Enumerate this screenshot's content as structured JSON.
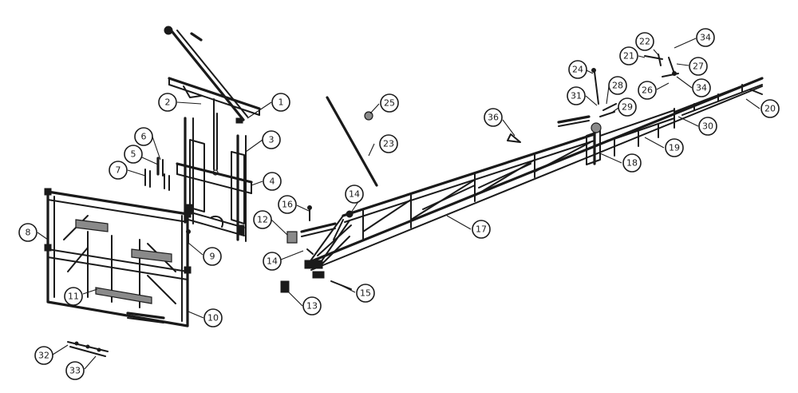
{
  "diagram": {
    "callouts": [
      {
        "id": "c1",
        "label": "1"
      },
      {
        "id": "c2",
        "label": "2"
      },
      {
        "id": "c3",
        "label": "3"
      },
      {
        "id": "c4",
        "label": "4"
      },
      {
        "id": "c5",
        "label": "5"
      },
      {
        "id": "c6",
        "label": "6"
      },
      {
        "id": "c7",
        "label": "7"
      },
      {
        "id": "c8",
        "label": "8"
      },
      {
        "id": "c9",
        "label": "9"
      },
      {
        "id": "c10",
        "label": "10"
      },
      {
        "id": "c11",
        "label": "11"
      },
      {
        "id": "c12",
        "label": "12"
      },
      {
        "id": "c13",
        "label": "13"
      },
      {
        "id": "c14a",
        "label": "14"
      },
      {
        "id": "c14b",
        "label": "14"
      },
      {
        "id": "c15",
        "label": "15"
      },
      {
        "id": "c16",
        "label": "16"
      },
      {
        "id": "c17",
        "label": "17"
      },
      {
        "id": "c18",
        "label": "18"
      },
      {
        "id": "c19",
        "label": "19"
      },
      {
        "id": "c20",
        "label": "20"
      },
      {
        "id": "c21",
        "label": "21"
      },
      {
        "id": "c22",
        "label": "22"
      },
      {
        "id": "c23",
        "label": "23"
      },
      {
        "id": "c24",
        "label": "24"
      },
      {
        "id": "c25",
        "label": "25"
      },
      {
        "id": "c26",
        "label": "26"
      },
      {
        "id": "c27",
        "label": "27"
      },
      {
        "id": "c28",
        "label": "28"
      },
      {
        "id": "c29",
        "label": "29"
      },
      {
        "id": "c30",
        "label": "30"
      },
      {
        "id": "c31",
        "label": "31"
      },
      {
        "id": "c32",
        "label": "32"
      },
      {
        "id": "c33",
        "label": "33"
      },
      {
        "id": "c34a",
        "label": "34"
      },
      {
        "id": "c34b",
        "label": "34"
      },
      {
        "id": "c36",
        "label": "36"
      }
    ]
  },
  "colors": {
    "ink": "#1a1a1a",
    "paper": "#ffffff",
    "shade": "#8a8a8a"
  }
}
